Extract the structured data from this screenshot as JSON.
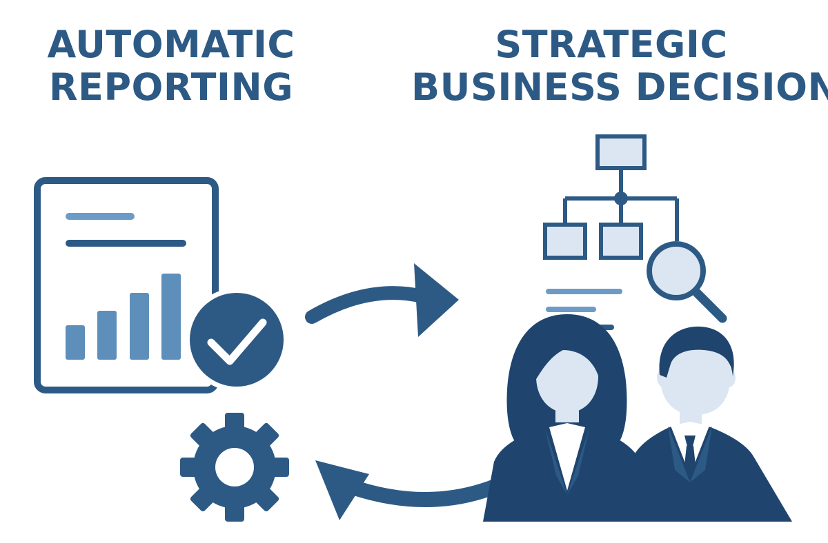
{
  "left_title": {
    "line1": "AUTOMATIC",
    "line2": "REPORTING"
  },
  "right_title": {
    "line1": "STRATEGIC",
    "line2": "BUSINESS DECISION"
  },
  "palette": {
    "primary": "#2d5a85",
    "dark": "#1f456f",
    "light_fill": "#dce6f2",
    "bar": "#5e8fbb",
    "pale_line": "#6d9bc7"
  },
  "icons": [
    "report-document-icon",
    "bar-chart-icon",
    "check-badge-icon",
    "gear-icon",
    "forward-arrow-icon",
    "return-arrow-icon",
    "org-chart-icon",
    "magnifier-icon",
    "businesswoman-icon",
    "businessman-icon"
  ]
}
